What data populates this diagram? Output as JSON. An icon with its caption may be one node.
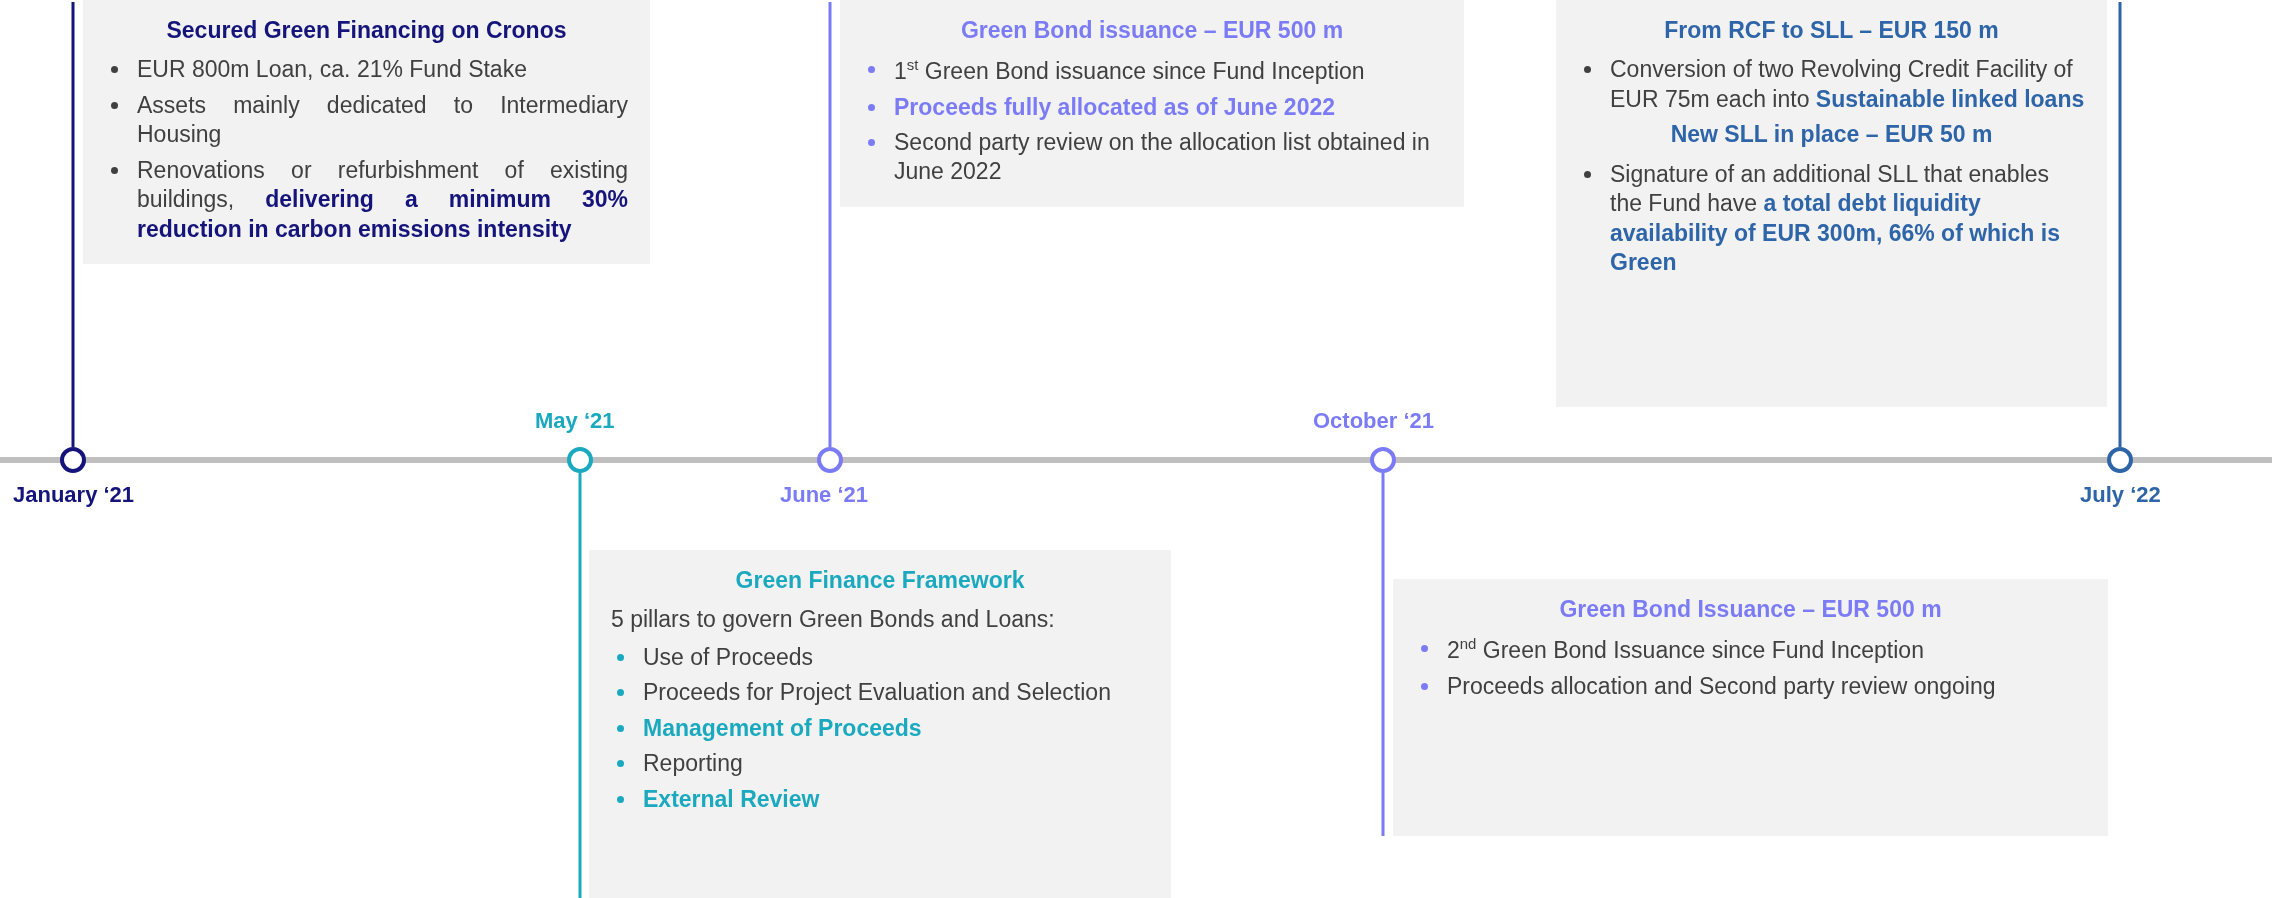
{
  "diagram": {
    "nodes": [
      {
        "text": [
          "January ‘21"
        ]
      },
      {
        "text": [
          "Secured Green Financing on Cronos",
          "EUR 800m Loan, ca. 21% Fund Stake",
          "Assets mainly dedicated to Intermediary Housing",
          "Renovations or refurbishment of existing buildings, **delivering a minimum 30% reduction in carbon emissions intensity**"
        ]
      },
      {
        "text": [
          "May ‘21"
        ]
      },
      {
        "text": [
          "Green Finance Framework",
          "5 pillars to govern Green Bonds and Loans:",
          "Use of Proceeds",
          "Proceeds for Project Evaluation and Selection",
          "Management of Proceeds",
          "Reporting",
          "External Review"
        ]
      },
      {
        "text": [
          "June ‘21"
        ]
      },
      {
        "text": [
          "Green Bond issuance – EUR 500 m",
          "1$^{st}$ Green Bond issuance since Fund Inception",
          "Proceeds fully allocated as of June 2022",
          "Second party review on the allocation list obtained in June 2022"
        ]
      },
      {
        "text": [
          "October ‘21"
        ]
      },
      {
        "text": [
          "Green Bond Issuance – EUR 500 m",
          "2$^{nd}$ Green Bond Issuance since Fund Inception",
          "Proceeds allocation and Second party review ongoing"
        ]
      },
      {
        "text": [
          "July ‘22"
        ]
      },
      {
        "text": [
          "From RCF to SLL – EUR 150 m",
          "Conversion of two Revolving Credit Facility of EUR 75m each into **Sustainable linked loans**",
          "New SLL in place – EUR 50 m",
          "Signature of an additional SLL that enables the Fund have **a total debt liquidity availability of EUR 300m, 66% of which is Green**"
        ]
      }
    ],
    "edges": [
      {
        "from": 1,
        "to": 0,
        "arrow": "none",
        "color": "#14147a"
      },
      {
        "from": 3,
        "to": 2,
        "arrow": "none",
        "color": "#1aa9bf"
      },
      {
        "from": 5,
        "to": 4,
        "arrow": "none",
        "color": "#7b7bf5"
      },
      {
        "from": 7,
        "to": 6,
        "arrow": "none",
        "color": "#7b7bf5"
      },
      {
        "from": 9,
        "to": 8,
        "arrow": "none",
        "color": "#2e64a8"
      }
    ]
  }
}
